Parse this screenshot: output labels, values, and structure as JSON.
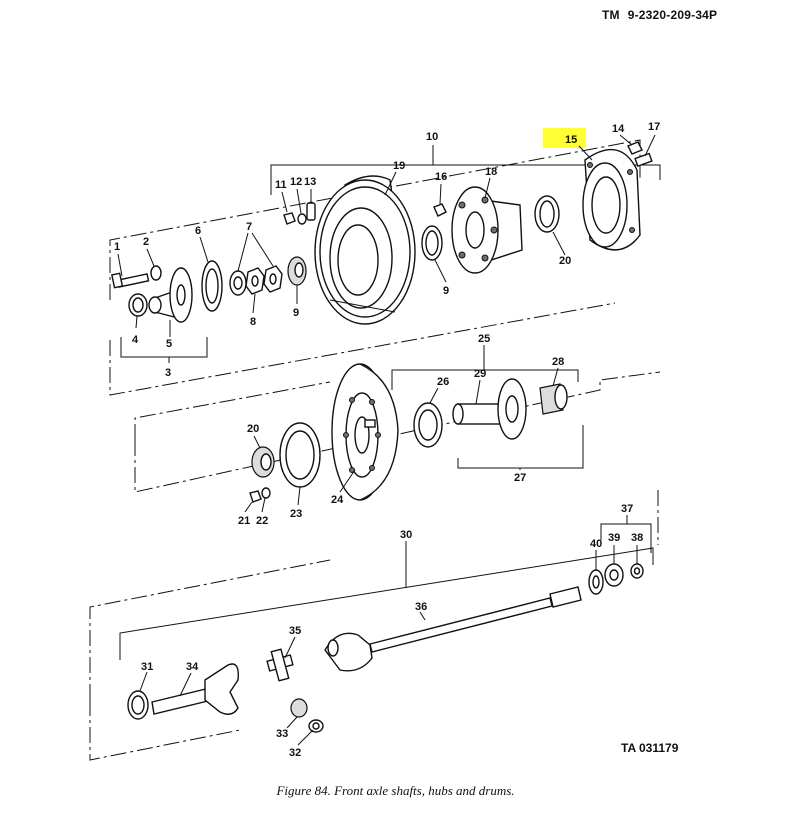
{
  "header": {
    "tm_prefix": "TM",
    "tm_number": "9-2320-209-34P"
  },
  "highlight": {
    "item": "15",
    "color": "#ffff33"
  },
  "callouts": {
    "c1": "1",
    "c2": "2",
    "c3": "3",
    "c4": "4",
    "c5": "5",
    "c6": "6",
    "c7": "7",
    "c8": "8",
    "c9a": "9",
    "c9b": "9",
    "c10": "10",
    "c11": "11",
    "c12": "12",
    "c13": "13",
    "c14": "14",
    "c15": "15",
    "c16": "16",
    "c17": "17",
    "c18": "18",
    "c19": "19",
    "c20a": "20",
    "c20b": "20",
    "c21": "21",
    "c22": "22",
    "c23": "23",
    "c24": "24",
    "c25": "25",
    "c26": "26",
    "c27": "27",
    "c28": "28",
    "c29": "29",
    "c30": "30",
    "c31": "31",
    "c32": "32",
    "c33": "33",
    "c34": "34",
    "c35": "35",
    "c36": "36",
    "c37": "37",
    "c38": "38",
    "c39": "39",
    "c40": "40"
  },
  "footer": {
    "ta_number": "TA 031179",
    "caption": "Figure 84. Front axle shafts, hubs and drums."
  }
}
